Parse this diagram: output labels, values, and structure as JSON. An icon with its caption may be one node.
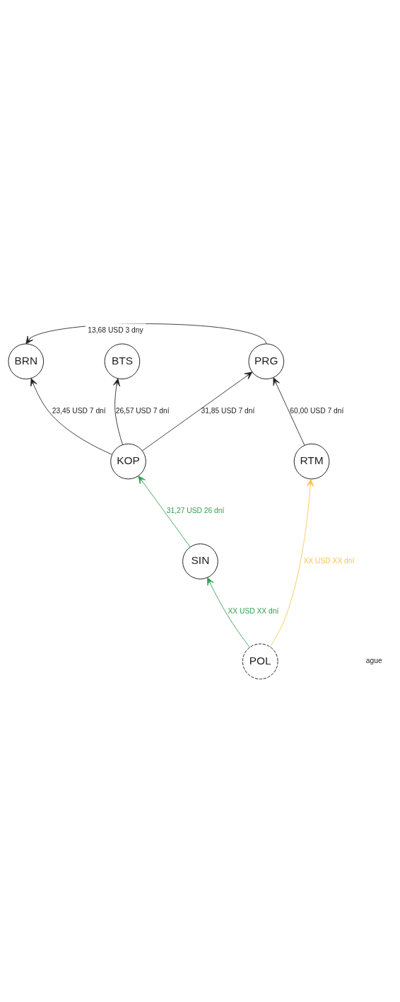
{
  "diagram": {
    "nodes": [
      {
        "text": [
          "POL"
        ]
      },
      {
        "text": [
          "SIN"
        ]
      },
      {
        "text": [
          "KOP"
        ]
      },
      {
        "text": [
          "RTM"
        ]
      },
      {
        "text": [
          "BRN"
        ]
      },
      {
        "text": [
          "BTS"
        ]
      },
      {
        "text": [
          "PRG"
        ]
      }
    ],
    "edges": [
      {
        "from": 0,
        "to": 1,
        "arrow": "to",
        "label": "XX USD XX dní",
        "color": "#2e9e4f"
      },
      {
        "from": 1,
        "to": 2,
        "arrow": "to",
        "label": "31,27 USD 26 dní",
        "color": "#2e9e4f"
      },
      {
        "from": 0,
        "to": 3,
        "arrow": "to",
        "label": "XX USD XX dní",
        "color": "#ffc24f"
      },
      {
        "from": 2,
        "to": 4,
        "arrow": "to",
        "label": "23,45 USD 7 dní"
      },
      {
        "from": 2,
        "to": 5,
        "arrow": "to",
        "label": "26,57 USD 7 dní"
      },
      {
        "from": 2,
        "to": 6,
        "arrow": "to",
        "label": "31,85 USD 7 dní"
      },
      {
        "from": 3,
        "to": 6,
        "arrow": "to",
        "label": "60,00 USD 7 dní"
      },
      {
        "from": 6,
        "to": 4,
        "arrow": "to",
        "label": "13,68 USD 3 dny"
      }
    ],
    "labels": [
      "ague"
    ]
  }
}
